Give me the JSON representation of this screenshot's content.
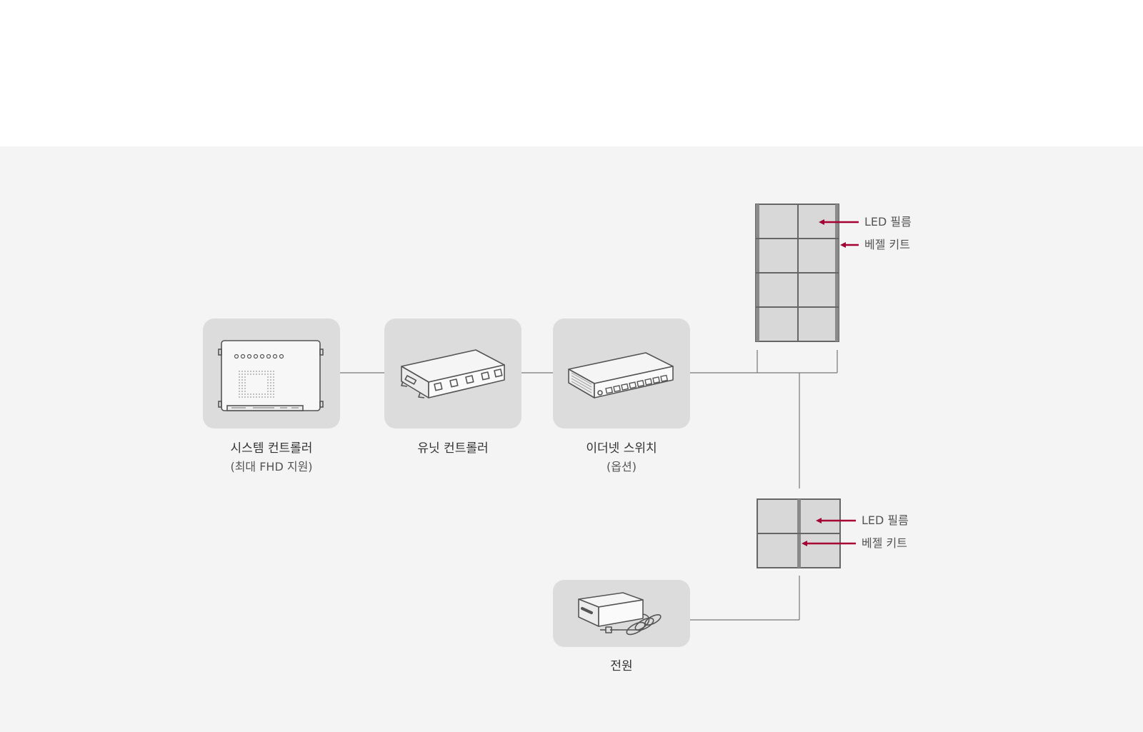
{
  "devices": {
    "system_controller": {
      "title": "시스템 컨트롤러",
      "subtitle": "(최대 FHD 지원)",
      "icon": "system-controller-icon"
    },
    "unit_controller": {
      "title": "유닛 컨트롤러",
      "icon": "unit-controller-icon"
    },
    "ethernet_switch": {
      "title": "이더넷 스위치",
      "subtitle": "(옵션)",
      "icon": "ethernet-switch-icon"
    },
    "power": {
      "title": "전원",
      "icon": "power-adapter-icon"
    }
  },
  "panels": {
    "top": {
      "led_film_label": "LED 필름",
      "bezel_kit_label": "베젤 키트"
    },
    "bottom": {
      "led_film_label": "LED 필름",
      "bezel_kit_label": "베젤 키트"
    }
  },
  "colors": {
    "panel_background": "#f4f4f4",
    "device_box": "#dcdcdd",
    "led_cell": "#d8d8d8",
    "outline": "#6b6b6b",
    "callout_arrow": "#a50034"
  }
}
